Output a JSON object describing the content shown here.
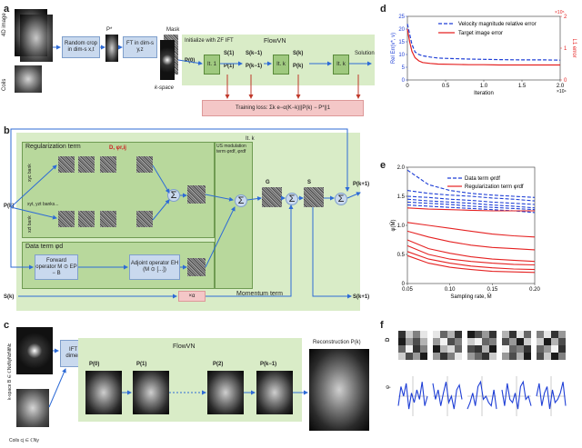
{
  "panel_a": {
    "letter": "a",
    "label_4d": "4D image",
    "label_coils": "Coils",
    "crop_box": "Random crop in dim-s x,t",
    "p_star": "P*",
    "ft_box": "FT in dim-s y,z",
    "mask": "Mask",
    "kspace": "k-space",
    "init": "Initialize with ZF IFT",
    "flowvn": "FlowVN",
    "p0": "P(0)",
    "s1": "S(1)",
    "p1": "P(1)",
    "sk1": "S(k−1)",
    "pk1": "P(k−1)",
    "sk": "S(k)",
    "pk": "P(k)",
    "it1": "It. 1",
    "itk": "It. k",
    "solution": "Solution",
    "training_loss": "Training loss: Σk e−α(K−k)||P(k) − P*||1"
  },
  "panel_b": {
    "letter": "b",
    "it_k": "It. k",
    "reg_term": "Regularization term",
    "d_phi": "D, φr,ij",
    "xyc_bank": "xyc bank",
    "xyt_bank": "xyt, yzt banks...",
    "xzt_bank": "xzt bank",
    "us_mod": "US modulation term φrdf, φrdf",
    "data_term": "Data term φd",
    "forward": "Forward operator M ⊙ EP − B",
    "adjoint": "Adjoint operator EH (M ⊙ [...])",
    "momentum": "Momentum term",
    "alpha": "×α",
    "pk": "P(k)",
    "pk1": "P(k+1)",
    "sk": "S(k)",
    "sk1": "S(k+1)",
    "g": "G",
    "s": "S"
  },
  "panel_c": {
    "letter": "c",
    "kspace_label": "k-space B ∈ ℂNxNyNzNtNc",
    "coils_label": "Coils cj ∈ ℂNy",
    "ift": "IFT in x dimension",
    "flowvn": "FlowVN",
    "p0": "P(0)",
    "p1": "P(1)",
    "p2": "P(2)",
    "pk1": "P(k−1)",
    "recon": "Reconstruction P(k)"
  },
  "panel_d": {
    "letter": "d",
    "chart_data": {
      "type": "line",
      "xlabel": "Iteration",
      "ylabel": "Rel Err(v*, v)",
      "ylabel_right": "L1 error",
      "x_exponent": "×10⁴",
      "y_exponent": "×10⁵",
      "xlim": [
        0,
        2.0
      ],
      "ylim": [
        0,
        25
      ],
      "ylim_right": [
        0,
        2
      ],
      "xticks": [
        "0",
        "0.5",
        "1.0",
        "1.5",
        "2.0"
      ],
      "yticks": [
        "0",
        "5",
        "10",
        "15",
        "20",
        "25"
      ],
      "yticks_right": [
        "0",
        "1",
        "2"
      ],
      "series": [
        {
          "name": "Velocity magnitude relative error",
          "style": "dashed",
          "color": "#1f3fd6",
          "x": [
            0,
            0.03,
            0.06,
            0.1,
            0.15,
            0.2,
            0.3,
            0.4,
            0.6,
            0.8,
            1.0,
            1.2,
            1.5,
            1.8,
            2.0
          ],
          "y": [
            22,
            18,
            14,
            11,
            10,
            9.5,
            9,
            8.6,
            8.4,
            8.2,
            8.1,
            8.0,
            7.9,
            7.9,
            7.8
          ]
        },
        {
          "name": "Target image error",
          "style": "solid",
          "color": "#e52222",
          "x": [
            0,
            0.03,
            0.06,
            0.1,
            0.15,
            0.2,
            0.3,
            0.4,
            0.6,
            0.8,
            1.0,
            1.2,
            1.5,
            1.8,
            2.0
          ],
          "y": [
            1.6,
            1.2,
            0.9,
            0.7,
            0.6,
            0.55,
            0.52,
            0.5,
            0.49,
            0.48,
            0.48,
            0.47,
            0.47,
            0.47,
            0.47
          ]
        }
      ]
    }
  },
  "panel_e": {
    "letter": "e",
    "chart_data": {
      "type": "line",
      "xlabel": "Sampling rate, M̄",
      "ylabel": "φ(M̄)",
      "xlim": [
        0.05,
        0.2
      ],
      "ylim": [
        0,
        2.0
      ],
      "xticks": [
        "0.05",
        "0.10",
        "0.15",
        "0.20"
      ],
      "yticks": [
        "0",
        "0.5",
        "1.0",
        "1.5",
        "2.0"
      ],
      "x": [
        0.05,
        0.075,
        0.1,
        0.125,
        0.15,
        0.175,
        0.2
      ],
      "series": [
        {
          "name": "Data term φrdf",
          "style": "dashed",
          "color": "#1f3fd6",
          "values": [
            1.95,
            1.7,
            1.6,
            1.55,
            1.52,
            1.5,
            1.48
          ]
        },
        {
          "style": "dashed",
          "color": "#1f3fd6",
          "values": [
            1.6,
            1.55,
            1.52,
            1.5,
            1.47,
            1.45,
            1.42
          ]
        },
        {
          "style": "dashed",
          "color": "#1f3fd6",
          "values": [
            1.5,
            1.48,
            1.45,
            1.43,
            1.4,
            1.38,
            1.36
          ]
        },
        {
          "style": "dashed",
          "color": "#1f3fd6",
          "values": [
            1.45,
            1.42,
            1.4,
            1.38,
            1.35,
            1.33,
            1.3
          ]
        },
        {
          "style": "dashed",
          "color": "#1f3fd6",
          "values": [
            1.4,
            1.38,
            1.36,
            1.33,
            1.31,
            1.29,
            1.27
          ]
        },
        {
          "style": "dashed",
          "color": "#1f3fd6",
          "values": [
            1.35,
            1.33,
            1.31,
            1.29,
            1.27,
            1.25,
            1.22
          ]
        },
        {
          "name": "Regularization term φrdf",
          "style": "solid",
          "color": "#e52222",
          "values": [
            1.3,
            1.28,
            1.27,
            1.26,
            1.25,
            1.25,
            1.25
          ]
        },
        {
          "style": "solid",
          "color": "#e52222",
          "values": [
            1.05,
            1.0,
            0.95,
            0.9,
            0.85,
            0.82,
            0.8
          ]
        },
        {
          "style": "solid",
          "color": "#e52222",
          "values": [
            0.9,
            0.8,
            0.72,
            0.66,
            0.62,
            0.6,
            0.58
          ]
        },
        {
          "style": "solid",
          "color": "#e52222",
          "values": [
            0.75,
            0.6,
            0.52,
            0.46,
            0.42,
            0.4,
            0.38
          ]
        },
        {
          "style": "solid",
          "color": "#e52222",
          "values": [
            0.65,
            0.5,
            0.42,
            0.38,
            0.35,
            0.33,
            0.32
          ]
        },
        {
          "style": "solid",
          "color": "#e52222",
          "values": [
            0.55,
            0.42,
            0.35,
            0.3,
            0.27,
            0.25,
            0.24
          ]
        },
        {
          "style": "solid",
          "color": "#e52222",
          "values": [
            0.48,
            0.35,
            0.28,
            0.24,
            0.21,
            0.2,
            0.19
          ]
        }
      ]
    }
  },
  "panel_f": {
    "letter": "f",
    "d_label": "D",
    "phi_label": "φ",
    "kernel_patterns": [
      [
        0.2,
        0.8,
        0.5,
        0.9,
        0.1,
        0.6,
        0.3,
        0.7,
        0.4,
        0.95,
        0.2,
        0.5,
        0.8,
        0.3,
        0.6,
        0.1
      ],
      [
        0.9,
        0.4,
        0.7,
        0.2,
        0.6,
        0.95,
        0.3,
        0.5,
        0.1,
        0.7,
        0.85,
        0.4,
        0.6,
        0.2,
        0.5,
        0.9
      ],
      [
        0.1,
        0.3,
        0.6,
        0.2,
        0.8,
        0.95,
        0.4,
        0.5,
        0.3,
        0.2,
        0.7,
        0.1,
        0.6,
        0.4,
        0.2,
        0.8
      ],
      [
        0.7,
        0.2,
        0.9,
        0.4,
        0.3,
        0.6,
        0.1,
        0.8,
        0.95,
        0.4,
        0.5,
        0.2,
        0.6,
        0.3,
        0.7,
        0.1
      ],
      [
        0.5,
        0.9,
        0.2,
        0.6,
        0.8,
        0.1,
        0.7,
        0.3,
        0.4,
        0.6,
        0.95,
        0.2,
        0.3,
        0.8,
        0.1,
        0.5
      ]
    ]
  }
}
